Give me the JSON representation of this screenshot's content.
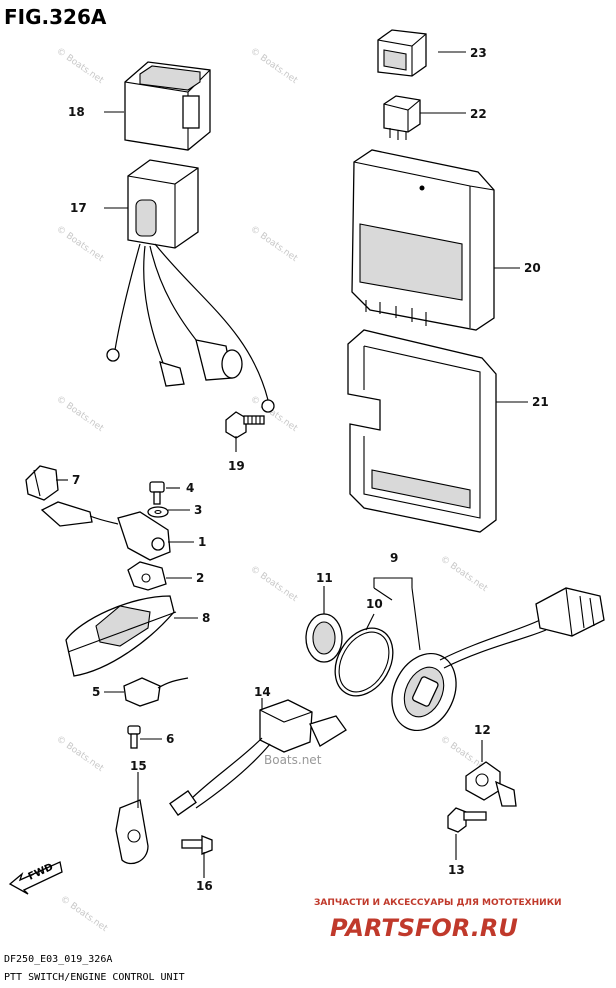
{
  "figure": {
    "title": "FIG.326A",
    "code": "DF250_E03_019_326A",
    "description": "PTT SWITCH/ENGINE CONTROL UNIT"
  },
  "watermark": "© Boats.net",
  "center_watermark": "Boats.net",
  "fwd_label": "FWD",
  "callouts": [
    "1",
    "2",
    "3",
    "4",
    "5",
    "6",
    "7",
    "8",
    "9",
    "10",
    "11",
    "12",
    "13",
    "14",
    "15",
    "16",
    "17",
    "18",
    "19",
    "20",
    "21",
    "22",
    "23"
  ],
  "branding": {
    "tagline": "ЗАПЧАСТИ И АКСЕССУАРЫ ДЛЯ МОТОТЕХНИКИ",
    "logo": "PARTSFOR.RU"
  },
  "colors": {
    "ink": "#000000",
    "brand": "#c0392b",
    "watermark": "#c8c8c8"
  }
}
